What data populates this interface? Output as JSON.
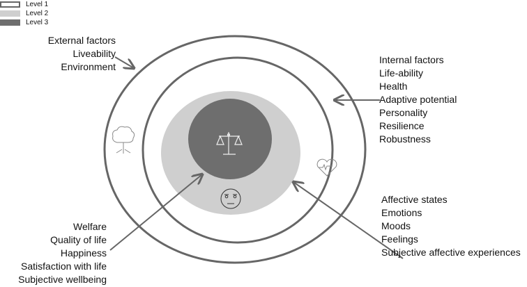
{
  "legend": [
    {
      "label": "Level 1",
      "color": "#ffffff"
    },
    {
      "label": "Level 2",
      "color": "#cfcfcf"
    },
    {
      "label": "Level 3",
      "color": "#6e6e6e"
    }
  ],
  "external": [
    "External factors",
    "Liveability",
    "Environment"
  ],
  "internal": [
    "Internal factors",
    "Life-ability",
    "Health",
    "Adaptive potential",
    "Personality",
    "Resilience",
    "Robustness"
  ],
  "affective": [
    "Affective states",
    "Emotions",
    "Moods",
    "Feelings",
    "Subjective affective experiences"
  ],
  "wellbeing": [
    "Welfare",
    "Quality of life",
    "Happiness",
    "Satisfaction with life",
    "Subjective wellbeing"
  ],
  "icons": [
    "tree-icon",
    "scales-icon",
    "heart-icon",
    "neutral-face-icon"
  ]
}
